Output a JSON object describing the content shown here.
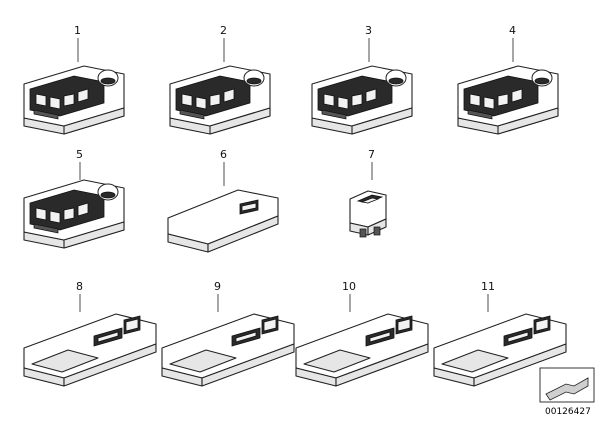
{
  "parts": [
    {
      "label": "1"
    },
    {
      "label": "2"
    },
    {
      "label": "3"
    },
    {
      "label": "4"
    },
    {
      "label": "5"
    },
    {
      "label": "6"
    },
    {
      "label": "7"
    },
    {
      "label": "8"
    },
    {
      "label": "9"
    },
    {
      "label": "10"
    },
    {
      "label": "11"
    }
  ],
  "document_number": "00126427"
}
